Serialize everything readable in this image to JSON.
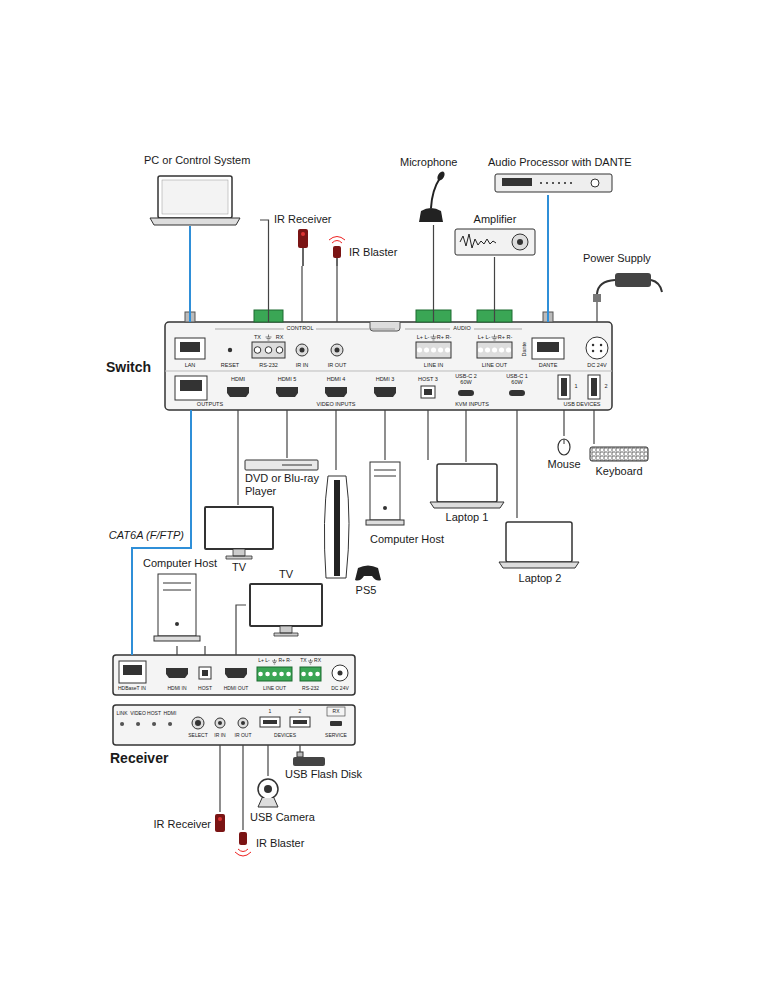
{
  "diagram": {
    "nodes": [
      {
        "text": [
          "PC or Control System"
        ]
      },
      {
        "text": [
          "IR Receiver"
        ]
      },
      {
        "text": [
          "IR Blaster"
        ]
      },
      {
        "text": [
          "Microphone"
        ]
      },
      {
        "text": [
          "Audio Processor with DANTE"
        ]
      },
      {
        "text": [
          "Amplifier"
        ]
      },
      {
        "text": [
          "Power Supply"
        ]
      },
      {
        "text": [
          "Switch"
        ]
      },
      {
        "text": [
          "DVD or Blu-ray Player"
        ]
      },
      {
        "text": [
          "TV"
        ]
      },
      {
        "text": [
          "PS5"
        ]
      },
      {
        "text": [
          "Computer Host"
        ]
      },
      {
        "text": [
          "Laptop 1"
        ]
      },
      {
        "text": [
          "Laptop 2"
        ]
      },
      {
        "text": [
          "Mouse"
        ]
      },
      {
        "text": [
          "Keyboard"
        ]
      },
      {
        "text": [
          "Computer Host"
        ]
      },
      {
        "text": [
          "TV"
        ]
      },
      {
        "text": [
          "Receiver"
        ]
      },
      {
        "text": [
          "USB Flash Disk"
        ]
      },
      {
        "text": [
          "USB Camera"
        ]
      },
      {
        "text": [
          "IR Receiver"
        ]
      },
      {
        "text": [
          "IR Blaster"
        ]
      }
    ],
    "edges": [
      {
        "from": 0,
        "to": 7,
        "arrow": "none"
      },
      {
        "from": 0,
        "to": 7,
        "arrow": "none"
      },
      {
        "from": 1,
        "to": 7,
        "arrow": "none"
      },
      {
        "from": 2,
        "to": 7,
        "arrow": "none"
      },
      {
        "from": 3,
        "to": 7,
        "arrow": "none"
      },
      {
        "from": 4,
        "to": 7,
        "arrow": "none"
      },
      {
        "from": 5,
        "to": 7,
        "arrow": "none"
      },
      {
        "from": 6,
        "to": 7,
        "arrow": "none"
      },
      {
        "from": 7,
        "to": 9,
        "arrow": "none"
      },
      {
        "from": 7,
        "to": 8,
        "arrow": "none"
      },
      {
        "from": 7,
        "to": 10,
        "arrow": "none"
      },
      {
        "from": 7,
        "to": 11,
        "arrow": "none"
      },
      {
        "from": 7,
        "to": 11,
        "arrow": "none"
      },
      {
        "from": 7,
        "to": 12,
        "arrow": "none"
      },
      {
        "from": 7,
        "to": 13,
        "arrow": "none"
      },
      {
        "from": 7,
        "to": 14,
        "arrow": "none"
      },
      {
        "from": 7,
        "to": 15,
        "arrow": "none"
      },
      {
        "from": 7,
        "to": 18,
        "label": "CAT6A (F/FTP)",
        "arrow": "none"
      },
      {
        "from": 16,
        "to": 18,
        "arrow": "none"
      },
      {
        "from": 16,
        "to": 18,
        "arrow": "none"
      },
      {
        "from": 17,
        "to": 18,
        "arrow": "none"
      },
      {
        "from": 18,
        "to": 19,
        "arrow": "none"
      },
      {
        "from": 18,
        "to": 20,
        "arrow": "none"
      },
      {
        "from": 18,
        "to": 21,
        "arrow": "none"
      },
      {
        "from": 18,
        "to": 22,
        "arrow": "none"
      }
    ],
    "labels": [
      "CONTROL",
      "AUDIO",
      "TX",
      "RX",
      "L+ L-",
      "R+ R-",
      "L+ L-",
      "R+ R-",
      "Dante",
      "LAN",
      "RESET",
      "RS-232",
      "IR IN",
      "IR OUT",
      "LINE IN",
      "LINE OUT",
      "DANTE",
      "DC 24V",
      "HDMI",
      "HDMI 5",
      "HDMI 4",
      "HDMI 3",
      "HOST 3",
      "USB-C 2 60W",
      "USB-C 1 60W",
      "1",
      "2",
      "OUTPUTS",
      "VIDEO INPUTS",
      "KVM INPUTS",
      "USB DEVICES",
      "L+ L-",
      "R+ R-",
      "TX",
      "RX",
      "HDBaseT IN",
      "HDMI IN",
      "HOST",
      "HDMI OUT",
      "LINE OUT",
      "RS-232",
      "DC 24V",
      "LINK",
      "VIDEO",
      "HOST",
      "HDMI",
      "SELECT",
      "IR IN",
      "IR OUT",
      "1",
      "2",
      "DEVICES",
      "RX",
      "SERVICE"
    ]
  }
}
